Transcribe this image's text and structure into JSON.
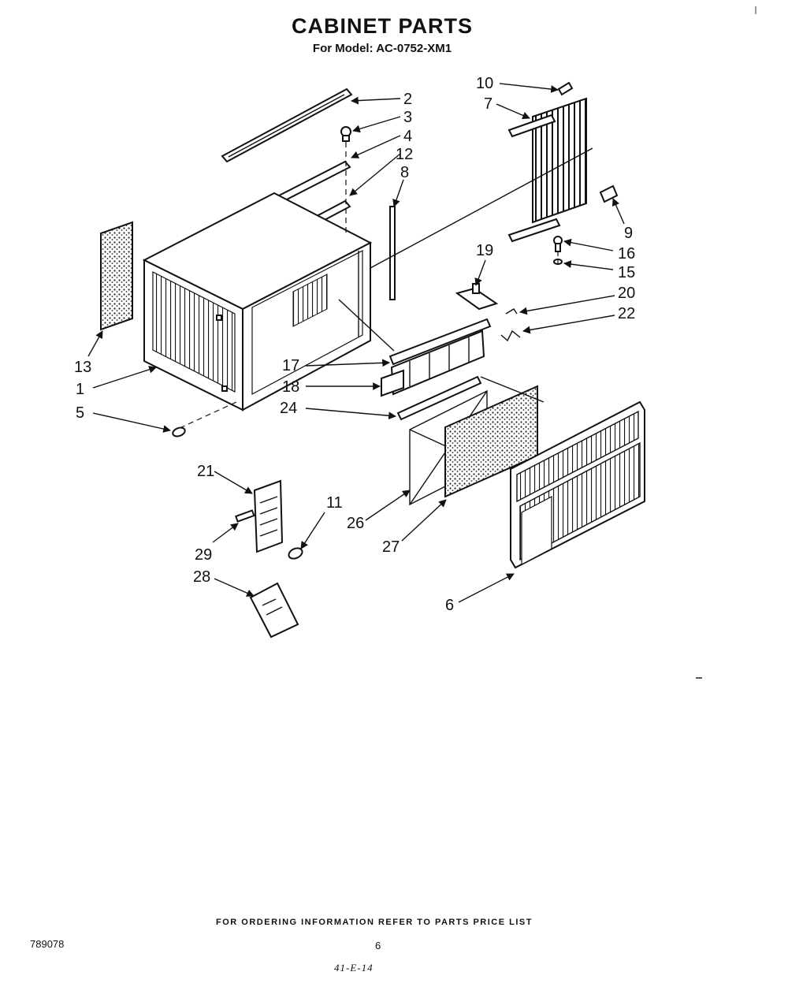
{
  "header": {
    "title": "CABINET PARTS",
    "subtitle": "For Model: AC-0752-XM1"
  },
  "callouts": [
    "1",
    "2",
    "3",
    "4",
    "5",
    "6",
    "7",
    "8",
    "9",
    "10",
    "11",
    "12",
    "13",
    "15",
    "16",
    "17",
    "18",
    "19",
    "20",
    "21",
    "22",
    "24",
    "26",
    "27",
    "28",
    "29"
  ],
  "footer": {
    "note": "FOR ORDERING INFORMATION REFER TO PARTS PRICE LIST",
    "doc_number": "789078",
    "page_number": "6",
    "date_code": "41-E-14"
  }
}
